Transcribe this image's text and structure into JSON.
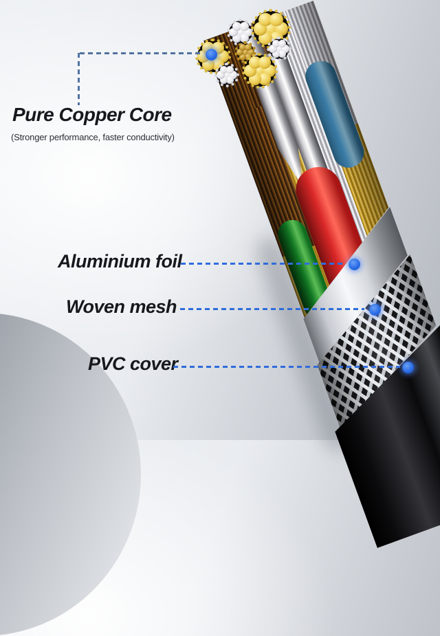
{
  "figure": {
    "title": "Cable cross-section cutaway diagram",
    "colors": {
      "callout_line_muted": "#51739f",
      "callout_line_bright": "#2f6cdb",
      "callout_dot": "#2a6ce6",
      "label_text": "#16181d"
    }
  },
  "callouts": {
    "copper_core": {
      "label": "Pure Copper Core",
      "subtitle": "(Stronger performance, faster conductivity)"
    },
    "aluminium_foil": {
      "label": "Aluminium foil"
    },
    "woven_mesh": {
      "label": "Woven mesh"
    },
    "pvc_cover": {
      "label": "PVC cover"
    }
  }
}
